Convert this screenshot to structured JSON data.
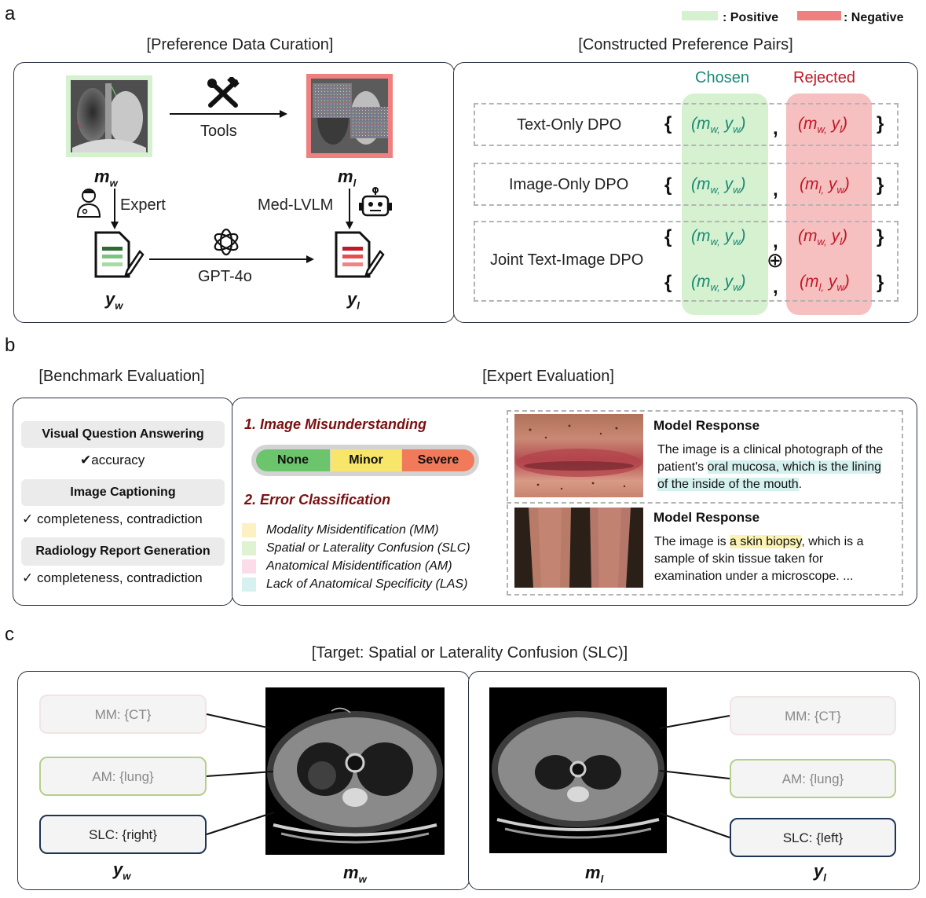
{
  "panels": {
    "a": "a",
    "b": "b",
    "c": "c"
  },
  "legend": {
    "positive": ": Positive",
    "negative": ": Negative",
    "positive_color": "#d6f1cf",
    "negative_color": "#f07f7f"
  },
  "a": {
    "curation_title": "[Preference Data Curation]",
    "pairs_title": "[Constructed Preference Pairs]",
    "tools": "Tools",
    "expert": "Expert",
    "medlvlm": "Med-LVLM",
    "gpt": "GPT-4o",
    "mw_base": "m",
    "mw_sub": "w",
    "ml_base": "m",
    "ml_sub": "l",
    "yw_base": "y",
    "yw_sub": "w",
    "yl_base": "y",
    "yl_sub": "l",
    "chosen": "Chosen",
    "rejected": "Rejected",
    "rows": [
      "Text-Only DPO",
      "Image-Only DPO",
      "Joint Text-Image DPO"
    ],
    "pair_texts": {
      "mw": "(m",
      "mw_sub": "w,",
      "yw": " y",
      "yw_sub": "w",
      "close": ")",
      "ml_sub": "l,",
      "yl_sub": "l"
    },
    "open_brace": "{",
    "close_brace": "}",
    "comma": ",",
    "plus": "⊕"
  },
  "b": {
    "bench_title": "[Benchmark Evaluation]",
    "expert_title": "[Expert Evaluation]",
    "tasks": [
      {
        "name": "Visual Question Answering",
        "metric": "✔accuracy"
      },
      {
        "name": "Image Captioning",
        "metric": "✓  completeness, contradiction"
      },
      {
        "name": "Radiology Report Generation",
        "metric": "✓  completeness, contradiction"
      }
    ],
    "sec1": "1. Image Misunderstanding",
    "severity": [
      "None",
      "Minor",
      "Severe"
    ],
    "severity_colors": [
      "#6cc56c",
      "#f7e66a",
      "#f07a5a"
    ],
    "sec2": "2. Error Classification",
    "errors": [
      {
        "label": "Modality Misidentification (MM)",
        "color": "#fbf1c2"
      },
      {
        "label": "Spatial or Laterality Confusion (SLC)",
        "color": "#dff2d1"
      },
      {
        "label": "Anatomical Misidentification (AM)",
        "color": "#fbdde9"
      },
      {
        "label": "Lack of Anatomical Specificity (LAS)",
        "color": "#d6f2f0"
      }
    ],
    "resp1": {
      "title": "Model Response",
      "p1": "The image is a clinical photograph of the patient's ",
      "hl": "oral mucosa, which is the lining of the inside of the mouth",
      "p2": "."
    },
    "resp2": {
      "title": "Model Response",
      "p1": "The image is ",
      "hl": "a skin biopsy",
      "p2": ", which is a sample of skin tissue taken for examination under a microscope. ..."
    }
  },
  "c": {
    "title": "[Target: Spatial or Laterality Confusion (SLC)]",
    "left_tags": [
      "MM: {CT}",
      "AM: {lung}",
      "SLC: {right}"
    ],
    "right_tags": [
      "MM: {CT}",
      "AM: {lung}",
      "SLC: {left}"
    ]
  }
}
